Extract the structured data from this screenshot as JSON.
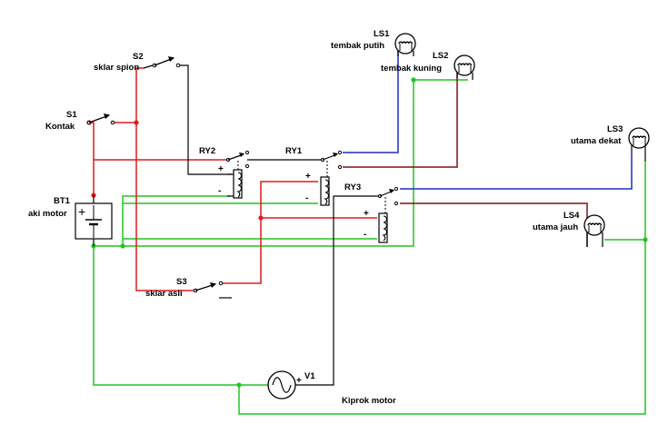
{
  "colors": {
    "positive": "#dd1c1c",
    "ground": "#22c422",
    "high_beam": "#1f2bc2",
    "low_beam": "#7a1212",
    "wire": "#000000",
    "background": "#ffffff"
  },
  "components": {
    "s1": {
      "ref": "S1",
      "name": "Kontak"
    },
    "s2": {
      "ref": "S2",
      "name": "sklar spion"
    },
    "s3": {
      "ref": "S3",
      "name": "sklar asli"
    },
    "ry1": {
      "ref": "RY1"
    },
    "ry2": {
      "ref": "RY2"
    },
    "ry3": {
      "ref": "RY3"
    },
    "bt1": {
      "ref": "BT1",
      "name": "aki motor"
    },
    "v1": {
      "ref": "V1",
      "name": "Kiprok motor"
    },
    "ls1": {
      "ref": "LS1",
      "name": "tembak putih"
    },
    "ls2": {
      "ref": "LS2",
      "name": "tembak kuning"
    },
    "ls3": {
      "ref": "LS3",
      "name": "utama dekat"
    },
    "ls4": {
      "ref": "LS4",
      "name": "utama jauh"
    }
  },
  "signs": {
    "plus": "+",
    "minus": "-"
  }
}
